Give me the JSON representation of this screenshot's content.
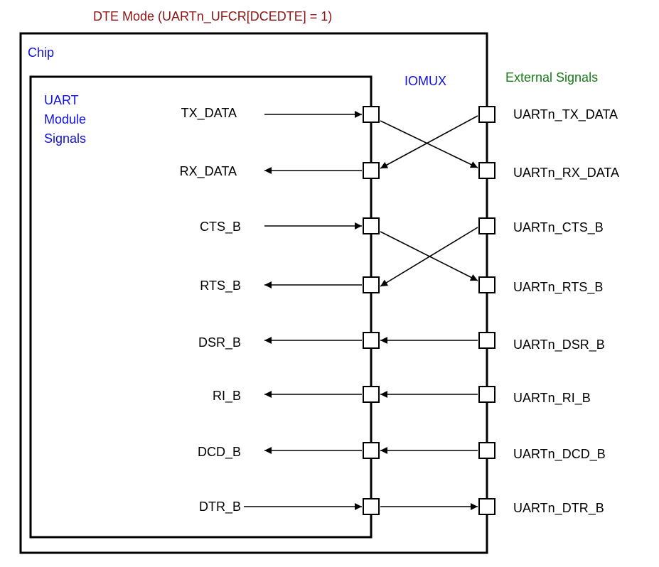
{
  "title": "DTE Mode (UARTn_UFCR[DCEDTE] = 1)",
  "chip_label": "Chip",
  "uart_label": [
    "UART",
    "Module",
    "Signals"
  ],
  "iomux_label": "IOMUX",
  "external_label": "External Signals",
  "colors": {
    "title": "#8b1414",
    "labels": "#1010e0",
    "external": "#1a7a1a",
    "lines": "#000000"
  },
  "module_signals": [
    "TX_DATA",
    "RX_DATA",
    "CTS_B",
    "RTS_B",
    "DSR_B",
    "RI_B",
    "DCD_B",
    "DTR_B"
  ],
  "external_signals": [
    "UARTn_TX_DATA",
    "UARTn_RX_DATA",
    "UARTn_CTS_B",
    "UARTn_RTS_B",
    "UARTn_DSR_B",
    "UARTn_RI_B",
    "UARTn_DCD_B",
    "UARTn_DTR_B"
  ]
}
